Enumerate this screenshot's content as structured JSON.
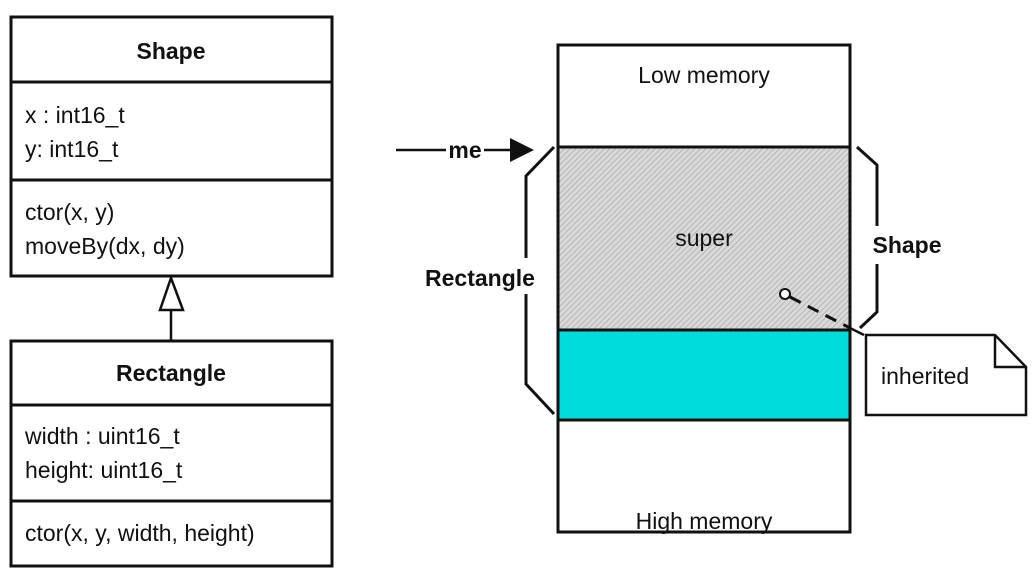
{
  "uml": {
    "shape_class": {
      "name": "Shape",
      "attributes": [
        "x : int16_t",
        "y: int16_t"
      ],
      "operations": [
        "ctor(x, y)",
        "moveBy(dx, dy)"
      ]
    },
    "rectangle_class": {
      "name": "Rectangle",
      "attributes": [
        "width : uint16_t",
        "height: uint16_t"
      ],
      "operations": [
        "ctor(x, y, width, height)"
      ]
    },
    "relationship": "generalization"
  },
  "memory": {
    "low_label": "Low memory",
    "super_label": "super",
    "high_label": "High memory",
    "pointer_label": "me",
    "rectangle_brace_label": "Rectangle",
    "shape_brace_label": "Shape",
    "note_label": "inherited",
    "colors": {
      "super_fill": "#d4d4d4",
      "rectangle_fill": "#00dcdc",
      "line": "#111111"
    }
  }
}
